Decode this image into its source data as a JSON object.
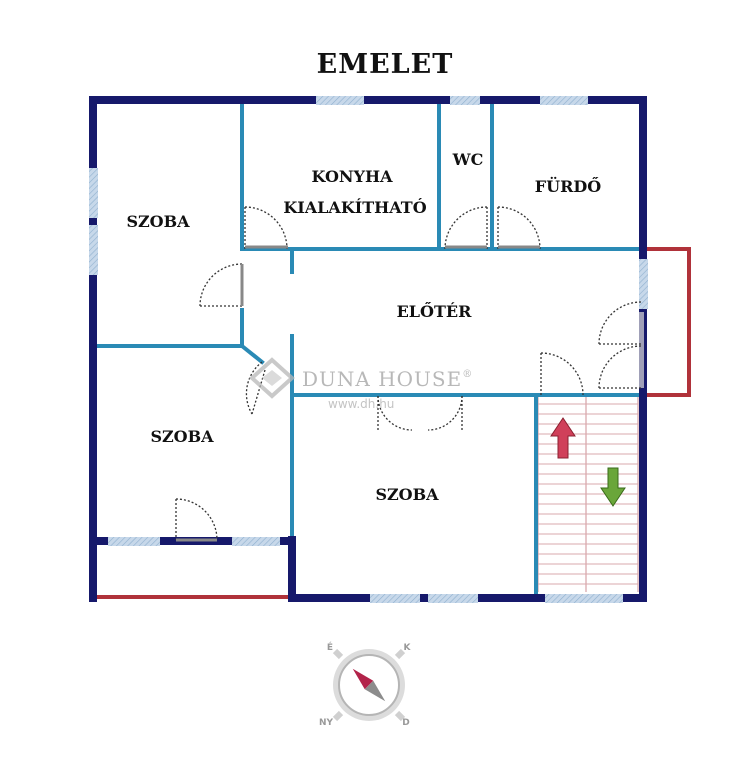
{
  "title": "EMELET",
  "rooms": {
    "szoba_top_left": "SZOBA",
    "konyha_line1": "KONYHA",
    "konyha_line2": "KIALAKÍTHATÓ",
    "wc": "WC",
    "furdo": "FÜRDŐ",
    "eloter": "ELŐTÉR",
    "szoba_bottom_left": "SZOBA",
    "szoba_bottom_middle": "SZOBA"
  },
  "watermark": {
    "brand": "DUNA HOUSE",
    "registered": "®",
    "url": "www.dh.hu"
  },
  "compass": {
    "north": "É",
    "east": "K",
    "south": "D",
    "west": "NY"
  },
  "colors": {
    "outer_wall": "#16196b",
    "inner_wall": "#2a8ab5",
    "window": "#b6cbe0",
    "balcony_rail": "#b0323a",
    "stair_lines": "#d4a3a8",
    "arrow_up": "#d0405a",
    "arrow_down": "#5a9a30"
  },
  "icons": {
    "arrow_up": "arrow-up-icon",
    "arrow_down": "arrow-down-icon",
    "compass": "compass-icon",
    "logo": "duna-house-logo-icon"
  }
}
